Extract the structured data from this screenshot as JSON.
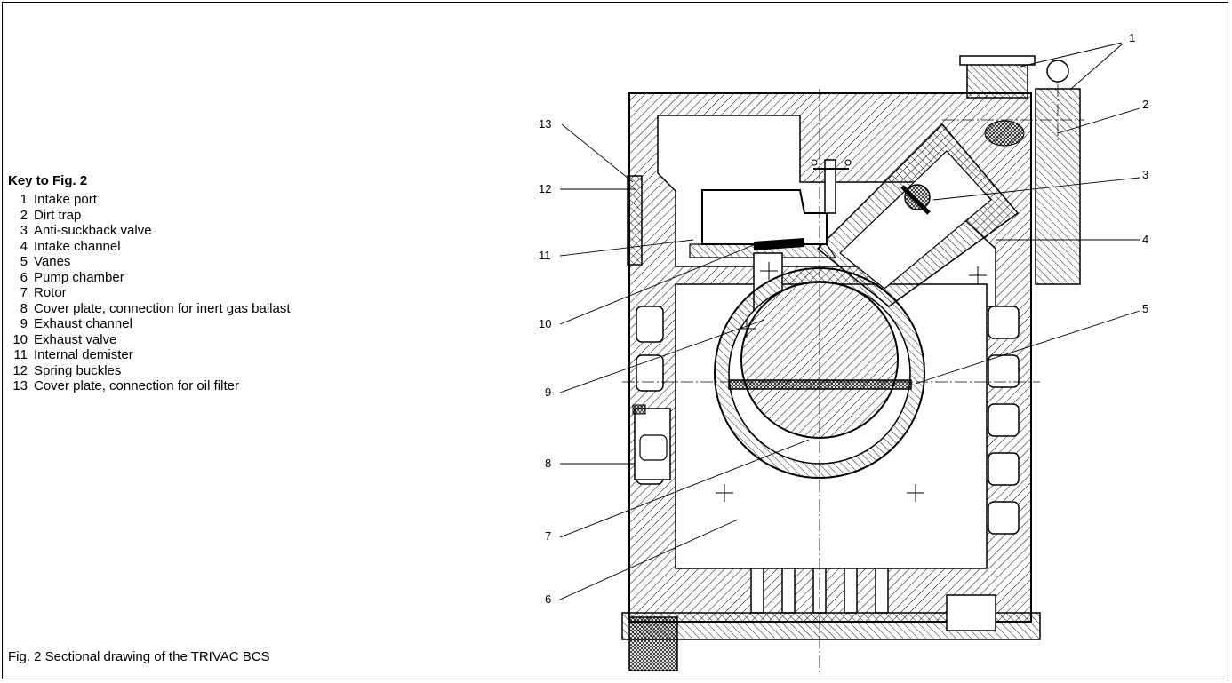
{
  "key": {
    "title": "Key to Fig. 2",
    "items": [
      {
        "num": "1",
        "label": "Intake port"
      },
      {
        "num": "2",
        "label": "Dirt trap"
      },
      {
        "num": "3",
        "label": "Anti-suckback valve"
      },
      {
        "num": "4",
        "label": "Intake channel"
      },
      {
        "num": "5",
        "label": "Vanes"
      },
      {
        "num": "6",
        "label": "Pump chamber"
      },
      {
        "num": "7",
        "label": "Rotor"
      },
      {
        "num": "8",
        "label": "Cover plate, connection for inert gas ballast"
      },
      {
        "num": "9",
        "label": "Exhaust channel"
      },
      {
        "num": "10",
        "label": "Exhaust valve"
      },
      {
        "num": "11",
        "label": "Internal demister"
      },
      {
        "num": "12",
        "label": "Spring buckles"
      },
      {
        "num": "13",
        "label": "Cover plate, connection for oil filter"
      }
    ]
  },
  "caption": "Fig. 2 Sectional drawing of the TRIVAC BCS",
  "callouts": {
    "c1": "1",
    "c2": "2",
    "c3": "3",
    "c4": "4",
    "c5": "5",
    "c6": "6",
    "c7": "7",
    "c8": "8",
    "c9": "9",
    "c10": "10",
    "c11": "11",
    "c12": "12",
    "c13": "13"
  }
}
